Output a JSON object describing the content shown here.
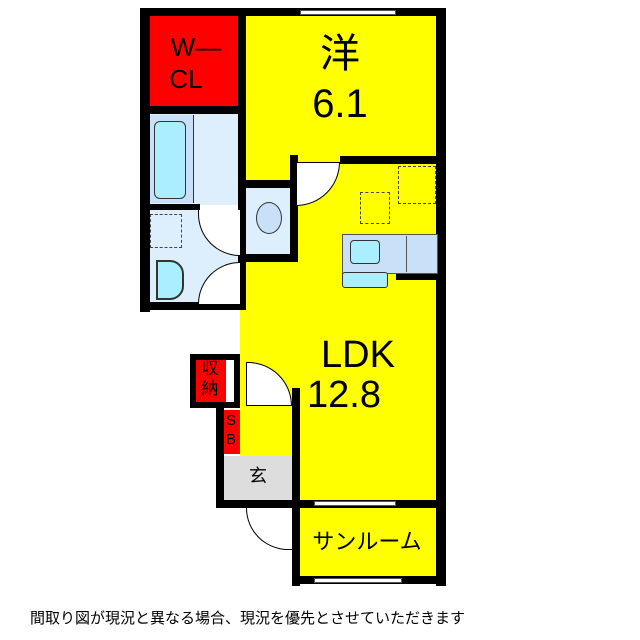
{
  "floorplan": {
    "rooms": {
      "western_room": {
        "name": "洋",
        "size": "6.1"
      },
      "walk_in_closet": {
        "line1": "W―",
        "line2": "CL"
      },
      "ldk": {
        "name": "LDK",
        "size": "12.8"
      },
      "storage": {
        "line1": "収",
        "line2": "納"
      },
      "shoe_box": {
        "line1": "S",
        "line2": "B"
      },
      "entrance": {
        "name": "玄"
      },
      "sunroom": {
        "name": "サンルーム"
      }
    },
    "colors": {
      "living_yellow": "#ffff00",
      "closet_red": "#ff0000",
      "wet_area_blue": "#ddeefc",
      "fixture_blue": "#aaeeff",
      "entrance_gray": "#dddddd",
      "wall_black": "#000000"
    }
  },
  "disclaimer": "間取り図が現況と異なる場合、現況を優先とさせていただきます"
}
